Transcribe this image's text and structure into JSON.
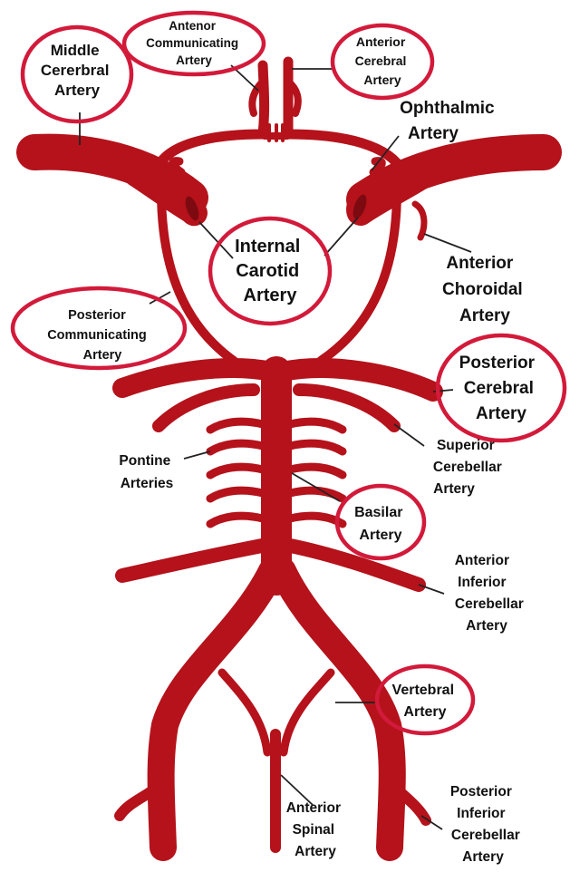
{
  "colors": {
    "artery": "#b5121b",
    "artery_dark": "#7d0a10",
    "circle": "#d21a3a",
    "leader": "#222222",
    "text": "#111111",
    "background": "#ffffff"
  },
  "labels": {
    "middle_cerebral": [
      "Middle",
      "Cererbral",
      "Artery"
    ],
    "anterior_communicating": [
      "Antenor",
      "Communicating",
      "Artery"
    ],
    "anterior_cerebral": [
      "Anterior",
      "Cerebral",
      "Artery"
    ],
    "ophthalmic": [
      "Ophthalmic",
      "Artery"
    ],
    "internal_carotid": [
      "Internal",
      "Carotid",
      "Artery"
    ],
    "anterior_choroidal": [
      "Anterior",
      "Choroidal",
      "Artery"
    ],
    "posterior_communicating": [
      "Posterior",
      "Communicating",
      "Artery"
    ],
    "posterior_cerebral": [
      "Posterior",
      "Cerebral",
      "Artery"
    ],
    "superior_cerebellar": [
      "Superior",
      "Cerebellar",
      "Artery"
    ],
    "pontine": [
      "Pontine",
      "Arteries"
    ],
    "basilar": [
      "Basilar",
      "Artery"
    ],
    "anterior_inferior_cerebellar": [
      "Anterior",
      "Inferior",
      "Cerebellar",
      "Artery"
    ],
    "vertebral": [
      "Vertebral",
      "Artery"
    ],
    "anterior_spinal": [
      "Anterior",
      "Spinal",
      "Artery"
    ],
    "posterior_inferior_cerebellar": [
      "Posterior",
      "Inferior",
      "Cerebellar",
      "Artery"
    ]
  }
}
